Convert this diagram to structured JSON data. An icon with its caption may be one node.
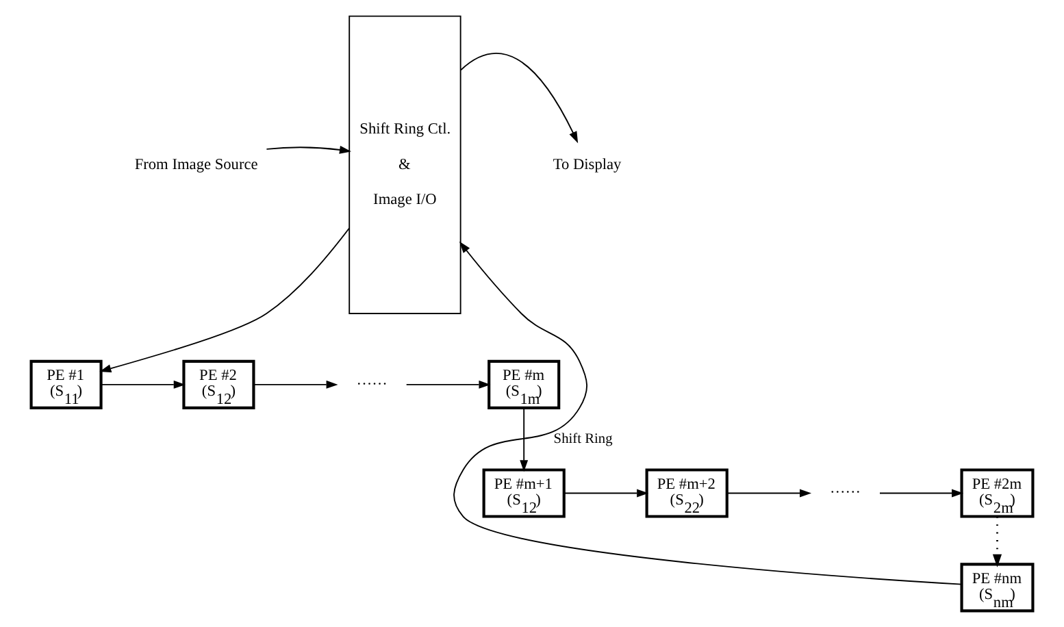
{
  "diagram": {
    "nodes": [
      {
        "text": [
          "Shift Ring Ctl.",
          "&",
          "Image I/O"
        ]
      },
      {
        "text": [
          "From Image Source"
        ]
      },
      {
        "text": [
          "PE #1",
          "(S$_{11}$)"
        ]
      },
      {
        "text": [
          "PE #2",
          "(S$_{12}$)"
        ]
      },
      {
        "text": [
          "······"
        ]
      },
      {
        "text": [
          "PE #m",
          "(S$_{1m}$)"
        ]
      },
      {
        "text": [
          "PE #m+1",
          "(S$_{12}$)"
        ]
      },
      {
        "text": [
          "PE #m+2",
          "(S$_{22}$)"
        ]
      },
      {
        "text": [
          "······"
        ]
      },
      {
        "text": [
          "PE #2m",
          "(S$_{2m}$)"
        ]
      },
      {
        "text": [
          "PE #nm",
          "(S$_{nm}$)"
        ]
      },
      {
        "text": [
          "To Display"
        ]
      }
    ],
    "edges": [
      {
        "from": 1,
        "to": 0,
        "arrow": "to"
      },
      {
        "from": 0,
        "to": 2,
        "arrow": "to"
      },
      {
        "from": 2,
        "to": 3,
        "arrow": "to"
      },
      {
        "from": 3,
        "to": 4,
        "arrow": "to"
      },
      {
        "from": 4,
        "to": 5,
        "arrow": "to"
      },
      {
        "from": 5,
        "to": 6,
        "arrow": "to"
      },
      {
        "from": 6,
        "to": 7,
        "arrow": "to"
      },
      {
        "from": 7,
        "to": 8,
        "arrow": "to"
      },
      {
        "from": 8,
        "to": 9,
        "arrow": "to"
      },
      {
        "from": 9,
        "to": 10,
        "arrow": "to",
        "style": "dashed"
      },
      {
        "from": 10,
        "to": 0,
        "arrow": "to",
        "label": "Shift Ring"
      },
      {
        "from": 0,
        "to": 11,
        "arrow": "to"
      }
    ]
  }
}
